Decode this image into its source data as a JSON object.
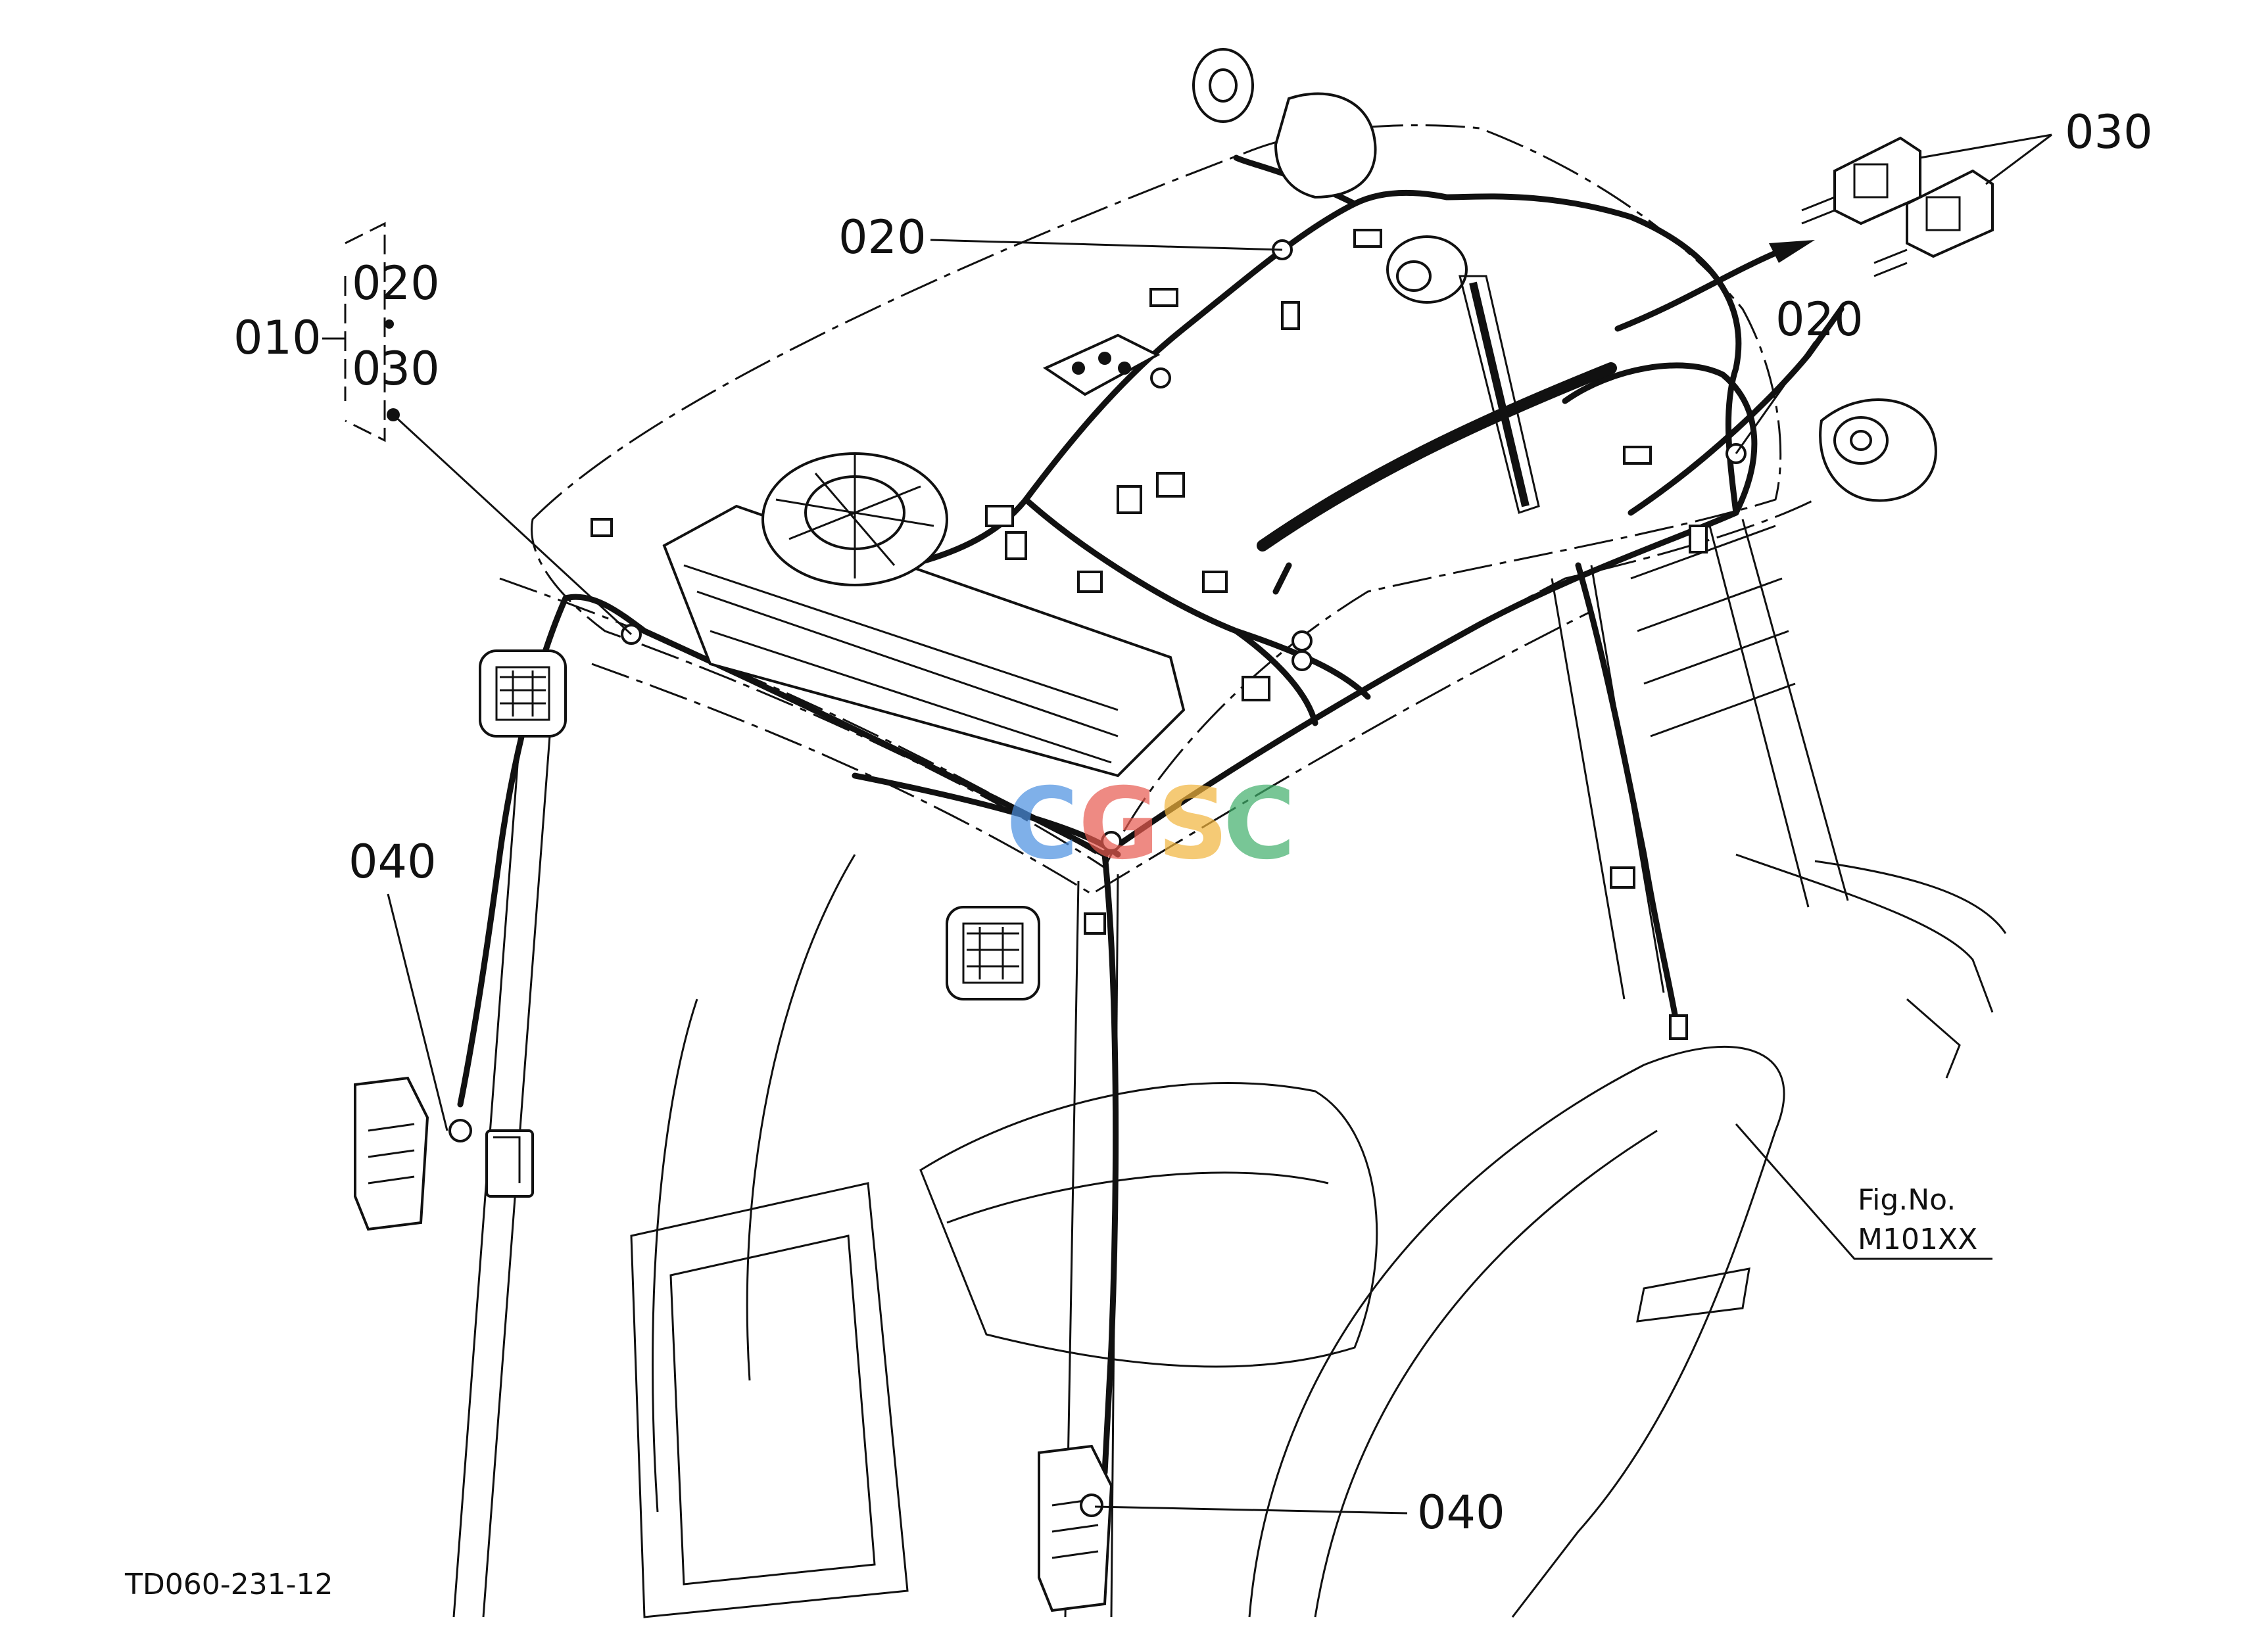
{
  "callouts": {
    "c010": "010",
    "c020_group": "020",
    "c030_group": "030",
    "c020_left": "020",
    "c020_right": "020",
    "c030_top": "030",
    "c040_left": "040",
    "c040_bottom": "040"
  },
  "figure_ref": {
    "line1": "Fig.No.",
    "line2": "M101XX"
  },
  "drawing_code": "TD060-231-12",
  "watermark": "CGSC",
  "colors": {
    "line": "#111111",
    "background": "#ffffff",
    "watermark": [
      "#4a8fe0",
      "#e85a4f",
      "#f2b43c",
      "#3fae6a"
    ]
  }
}
